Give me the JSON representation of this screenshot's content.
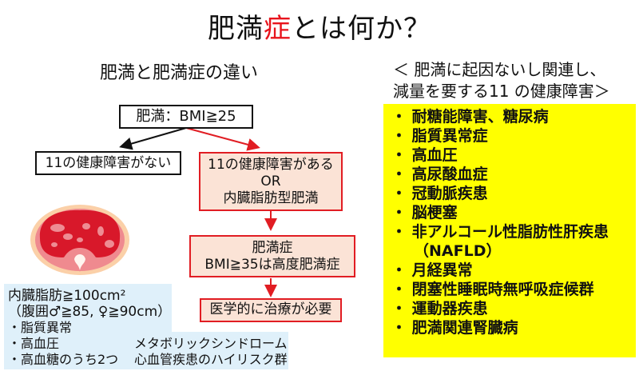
{
  "title": {
    "prefix": "肥満",
    "highlight": "症",
    "suffix": "とは何か？"
  },
  "left": {
    "subtitle": "肥満と肥満症の違い",
    "flow": {
      "root": "肥満：BMI≧25",
      "no_disorder": "11の健康障害がない",
      "has_disorder": {
        "line1": "11の健康障害がある",
        "line2": "OR",
        "line3": "内臓脂肪型肥満"
      },
      "obesity_disease": {
        "line1": "肥満症",
        "line2": "BMI≧35は高度肥満症"
      },
      "treatment": "医学的に治療が必要"
    },
    "visceral_fat_note": {
      "lines": [
        "内臓脂肪≧100cm²",
        "（腹囲♂≧85, ♀≧90cm）",
        "・脂質異常",
        "・高血圧",
        "・高血糖のうち2つ"
      ],
      "metabolic": [
        "メタボリックシンドローム",
        "心血管疾患のハイリスク群"
      ]
    },
    "colors": {
      "red": "#e11d23",
      "pink_fill": "#fbe3d6",
      "blue_fill": "#dff0fa"
    }
  },
  "right": {
    "heading": [
      "＜ 肥満に起因ないし関連し、",
      "減量を要する11 の健康障害＞"
    ],
    "items": [
      "・ 耐糖能障害、糖尿病",
      "・ 脂質異常症",
      "・ 高血圧",
      "・ 高尿酸血症",
      "・ 冠動脈疾患",
      "・ 脳梗塞",
      "・ 非アルコール性脂肪性肝疾患",
      "（NAFLD）",
      "・ 月経異常",
      "・ 閉塞性睡眠時無呼吸症候群",
      "・ 運動器疾患",
      "・ 肥満関連腎臓病"
    ],
    "colors": {
      "highlight": "#ffff00"
    }
  }
}
